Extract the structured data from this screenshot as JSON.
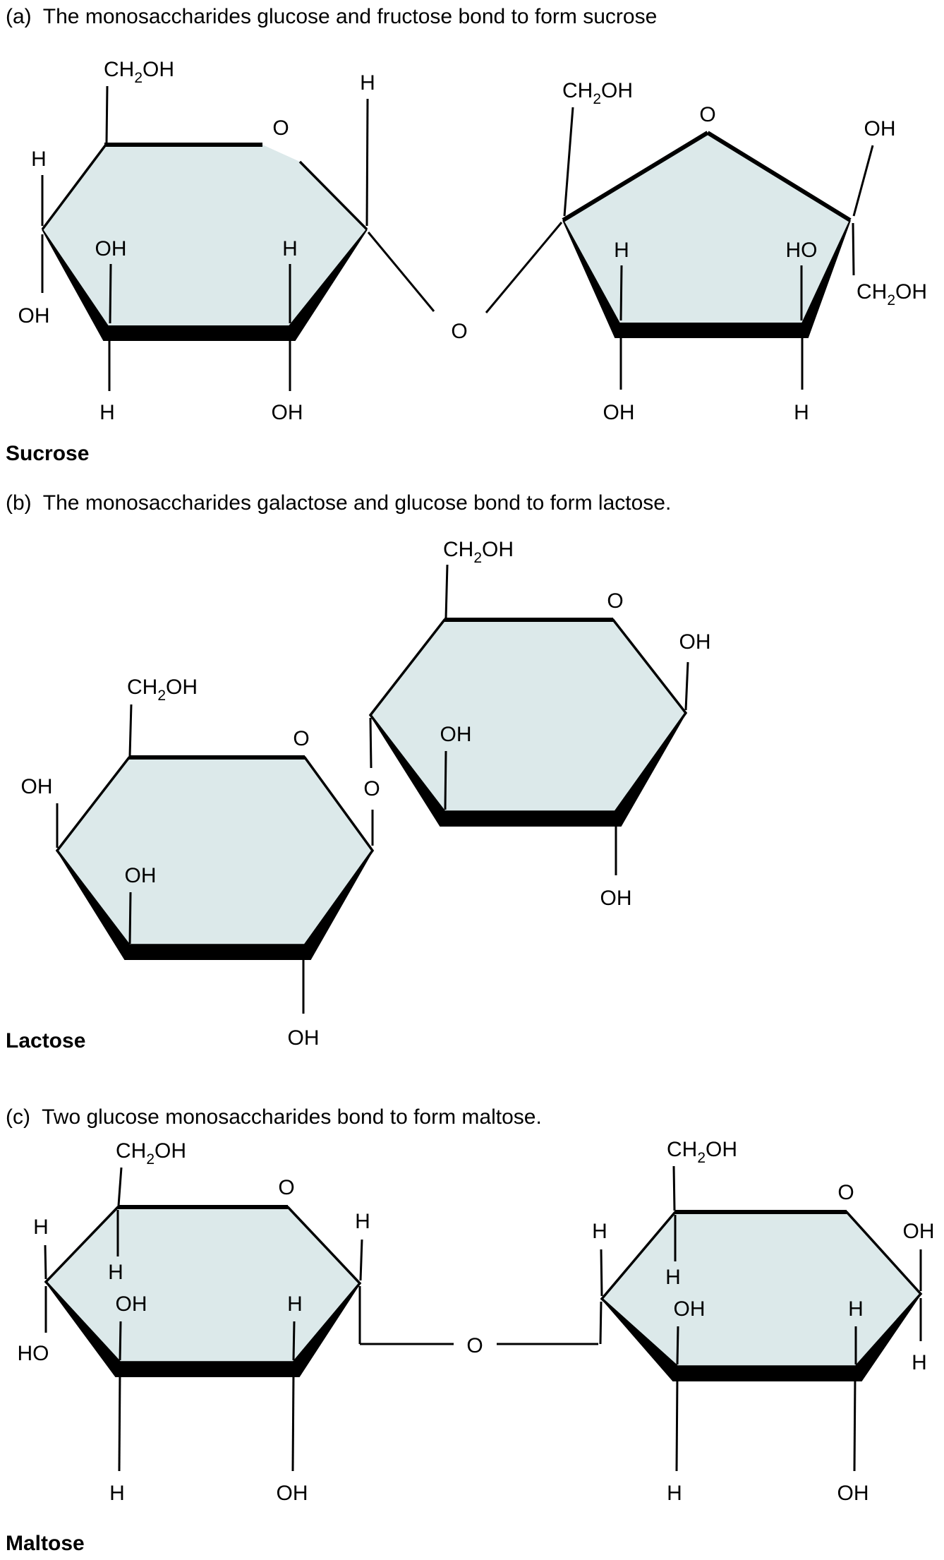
{
  "figure": {
    "background": "#ffffff",
    "ring_fill": "#dce9ea",
    "line_color": "#000000"
  },
  "a": {
    "title": "(a)  The monosaccharides glucose and fructose bond to form sucrose",
    "product": "Sucrose",
    "bridge_o": "O",
    "glucose": {
      "ch2oh": {
        "pre": "CH",
        "sub": "2",
        "post": "OH"
      },
      "ring_o": "O",
      "h_top_right": "H",
      "h_left": "H",
      "oh_left": "OH",
      "oh_inner": "OH",
      "h_inner": "H",
      "h_bottom": "H",
      "oh_bottom": "OH"
    },
    "fructose": {
      "ch2oh_top": {
        "pre": "CH",
        "sub": "2",
        "post": "OH"
      },
      "ch2oh_right": {
        "pre": "CH",
        "sub": "2",
        "post": "OH"
      },
      "ring_o": "O",
      "oh_right": "OH",
      "h_inner": "H",
      "ho_inner": "HO",
      "oh_bottom": "OH",
      "h_bottom": "H"
    }
  },
  "b": {
    "title": "(b)  The monosaccharides galactose and glucose bond to form lactose.",
    "product": "Lactose",
    "bridge_o": "O",
    "galactose": {
      "ch2oh": {
        "pre": "CH",
        "sub": "2",
        "post": "OH"
      },
      "ring_o": "O",
      "oh_left": "OH",
      "oh_inner": "OH",
      "oh_bottom": "OH"
    },
    "glucose": {
      "ch2oh": {
        "pre": "CH",
        "sub": "2",
        "post": "OH"
      },
      "ring_o": "O",
      "oh_right": "OH",
      "oh_inner": "OH",
      "oh_bottom": "OH"
    }
  },
  "c": {
    "title": "(c)  Two glucose monosaccharides bond to form maltose.",
    "product": "Maltose",
    "bridge_o": "O",
    "glucose_left": {
      "ch2oh": {
        "pre": "CH",
        "sub": "2",
        "post": "OH"
      },
      "ring_o": "O",
      "h_left": "H",
      "ho_left": "HO",
      "h_top_inner": "H",
      "oh_inner": "OH",
      "h_inner_right": "H",
      "h_right": "H",
      "h_bottom": "H",
      "oh_bottom": "OH"
    },
    "glucose_right": {
      "ch2oh": {
        "pre": "CH",
        "sub": "2",
        "post": "OH"
      },
      "ring_o": "O",
      "h_left": "H",
      "h_top_inner": "H",
      "oh_inner": "OH",
      "h_inner_right": "H",
      "oh_right": "OH",
      "h_low_right": "H",
      "h_bottom": "H",
      "oh_bottom": "OH"
    }
  }
}
